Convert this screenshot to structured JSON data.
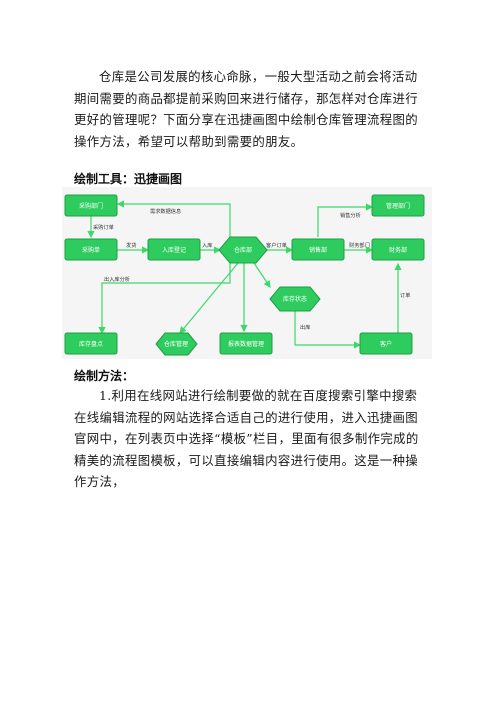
{
  "intro": "仓库是公司发展的核心命脉，一般大型活动之前会将活动期间需要的商品都提前采购回来进行储存，那怎样对仓库进行更好的管理呢？下面分享在迅捷画图中绘制仓库管理流程图的操作方法，希望可以帮助到需要的朋友。",
  "tool_heading": "绘制工具：迅捷画图",
  "method_heading": "绘制方法：",
  "step1": "1.利用在线网站进行绘制要做的就在百度搜索引擎中搜索在线编辑流程的网站选择合适自己的进行使用，进入迅捷画图官网中，在列表页中选择“模板”栏目，里面有很多制作完成的精美的流程图模板，可以直接编辑内容进行使用。这是一种操作方法，",
  "flowchart": {
    "colors": {
      "node": "#2ecc5e",
      "node_stroke": "#1e9e44",
      "line": "#3dd86a",
      "bg": "#f5f5f5"
    },
    "nodes": {
      "purchase_dept": "采购部门",
      "purchase_order": "采购单",
      "storage_entry": "入库登记",
      "warehouse": "仓库部",
      "sales_dept": "销售部",
      "finance_dept": "财务部",
      "management_dept": "管理部门",
      "warehouse_mgmt": "仓库管理",
      "stock_check": "库存盘点",
      "report_mgmt": "报表数据管理",
      "customer": "客户",
      "stock_status": "库存状态"
    },
    "labels": {
      "purchase_order_flow": "采购订单",
      "send": "发货",
      "storage": "入库",
      "customer_order": "客户订单",
      "sales_analysis": "销售分析",
      "finance_report": "财务部门",
      "demand_data": "需求数据信息",
      "inout_analysis": "出入库分析",
      "shipping": "出库",
      "order": "订单"
    }
  }
}
